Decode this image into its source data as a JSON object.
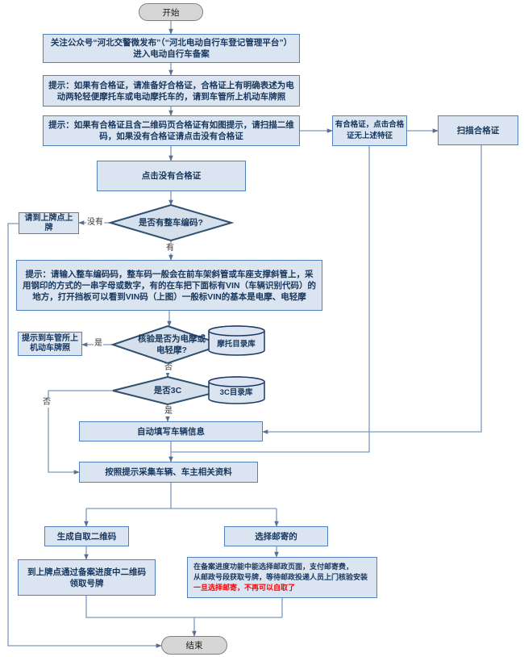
{
  "flowchart": {
    "start": "开始",
    "end": "结束",
    "steps": {
      "follow_account": "关注公众号“河北交警微发布”（“河北电动自行车登记管理平台”）进入电动自行车备案",
      "tip_certificate": "提示：如果有合格证，请准备好合格证，合格证上有明确表述为电动两轮轻便摩托车或电动摩托车的，请到车管所上机动车牌照",
      "tip_qrcode": "提示：如果有合格证且含二维码页合格证有如图提示，请扫描二维码，如果没有合格证请点击没有合格证",
      "has_cert_no_feature": "有合格证，点击合格证无上述特征",
      "scan_certificate": "扫描合格证",
      "click_no_certificate": "点击没有合格证",
      "go_plate_point": "请到上牌点上牌",
      "tip_vehicle_code": "提示：请输入整车编码码，整车码一般会在前车架斜管或车座支撑斜管上，采用钢印的方式的一串字母或数字，有的在车把下面标有VIN（车辆识别代码）的地方，打开挡板可以看到VIN码（上图）一般标VIN的基本是电摩、电轻摩",
      "tip_motor_plate": "提示到车管所上机动车牌照",
      "auto_fill": "自动填写车辆信息",
      "collect_info": "按照提示采集车辆、车主相关资料",
      "generate_qrcode": "生成自取二维码",
      "choose_mail": "选择邮寄的",
      "pickup_plate": "到上牌点通过备案进度中二维码领取号牌",
      "mail_detail": {
        "lines": [
          "在备案进度功能中能选择邮政页面，支付邮寄费，",
          "从邮政号段获取号牌，等待邮政投递人员上门核验安装"
        ],
        "warning": "一旦选择邮寄，不再可以自取了"
      }
    },
    "decisions": {
      "has_vehicle_code": "是否有整车编码?",
      "is_motorcycle": "核验是否为电摩或电轻摩?",
      "is_3c": "是否3C"
    },
    "databases": {
      "motorcycle_catalog": "摩托目录库",
      "ccc_catalog": "3C目录库"
    },
    "edge_labels": {
      "has_vehicle_code_no": "没有",
      "has_vehicle_code_yes": "有",
      "is_motorcycle_yes": "是",
      "is_motorcycle_no": "否",
      "is_3c_no": "否",
      "is_3c_yes": "是"
    }
  },
  "colors": {
    "box_fill": "#dbe5f1",
    "box_border": "#4f81bd",
    "box_text": "#17375e",
    "decision_fill": "#d5e0ec",
    "decision_border": "#2f4f6f",
    "terminal_fill": "#d6d6d6",
    "terminal_border": "#7f7f7f",
    "connector": "#7c99bf",
    "warning_text": "#ff0000"
  }
}
